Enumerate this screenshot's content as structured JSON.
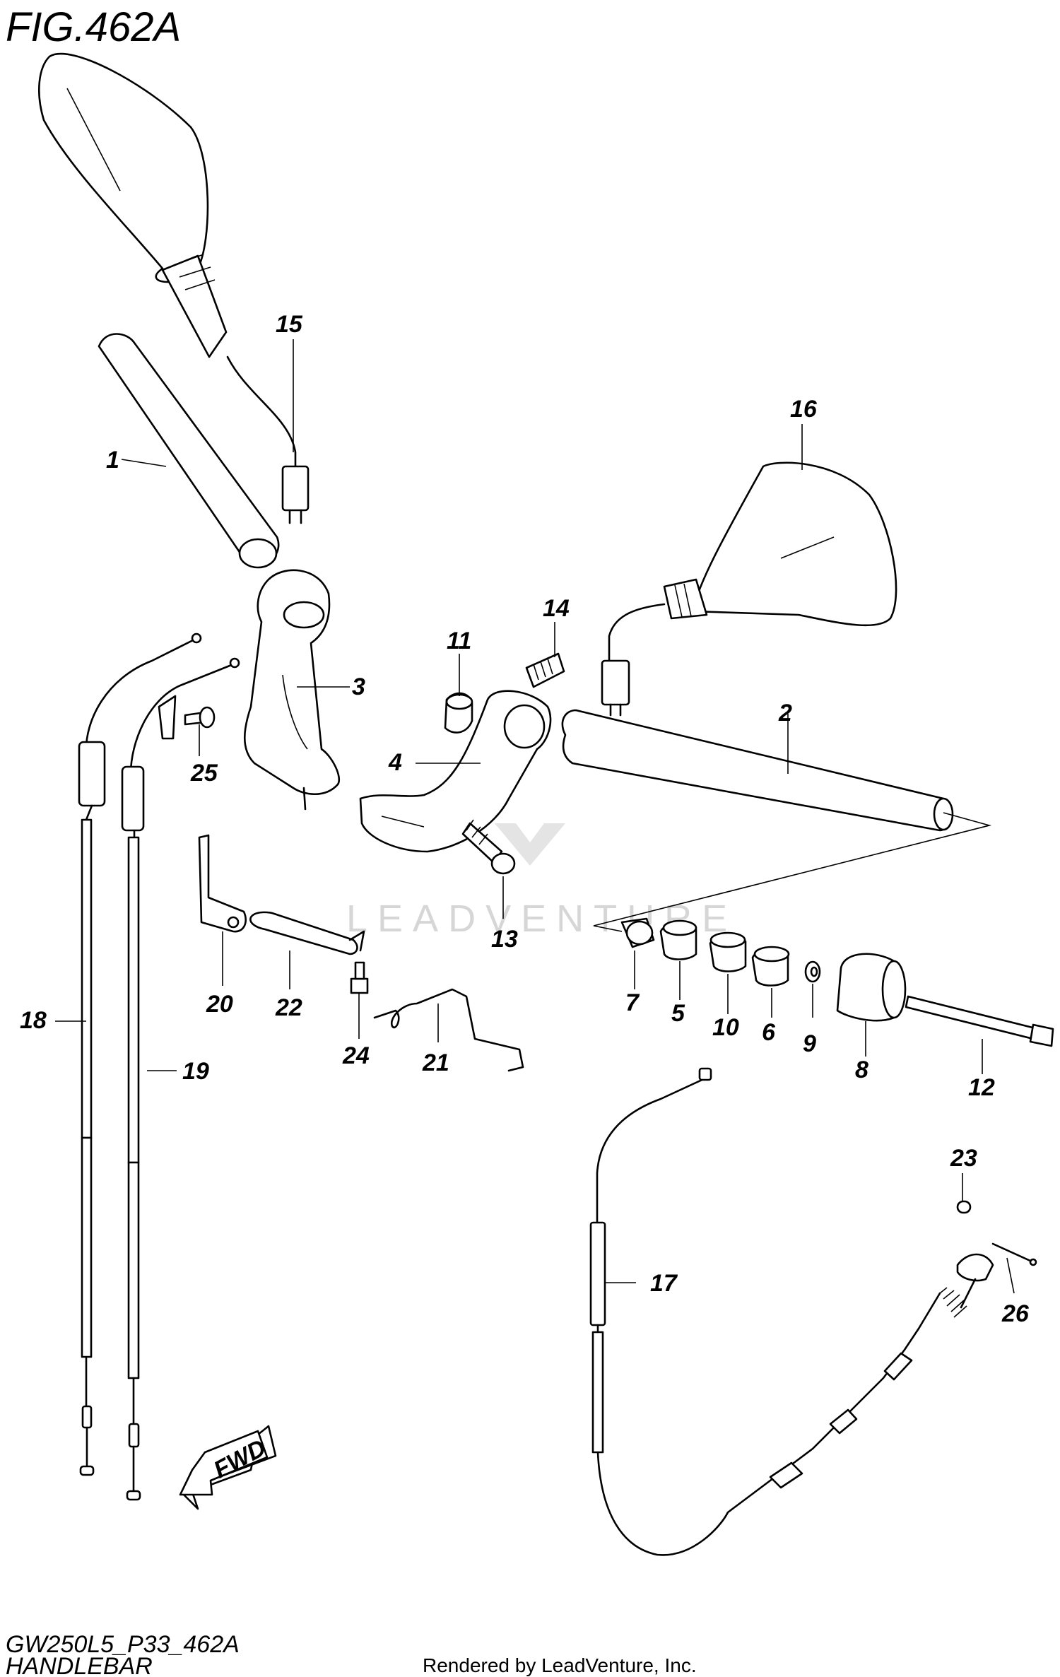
{
  "figure": {
    "title": "FIG.462A",
    "model_code": "GW250L5_P33_462A",
    "section_name": "HANDLEBAR",
    "credit": "Rendered by LeadVenture, Inc.",
    "watermark": "LEADVENTURE",
    "fwd_label": "FWD"
  },
  "callouts": [
    "1",
    "2",
    "3",
    "4",
    "5",
    "6",
    "7",
    "8",
    "9",
    "10",
    "11",
    "12",
    "13",
    "14",
    "15",
    "16",
    "17",
    "18",
    "19",
    "20",
    "21",
    "22",
    "23",
    "24",
    "25",
    "26"
  ],
  "colors": {
    "line": "#000000",
    "background": "#ffffff",
    "watermark": "#d6d6d6"
  }
}
